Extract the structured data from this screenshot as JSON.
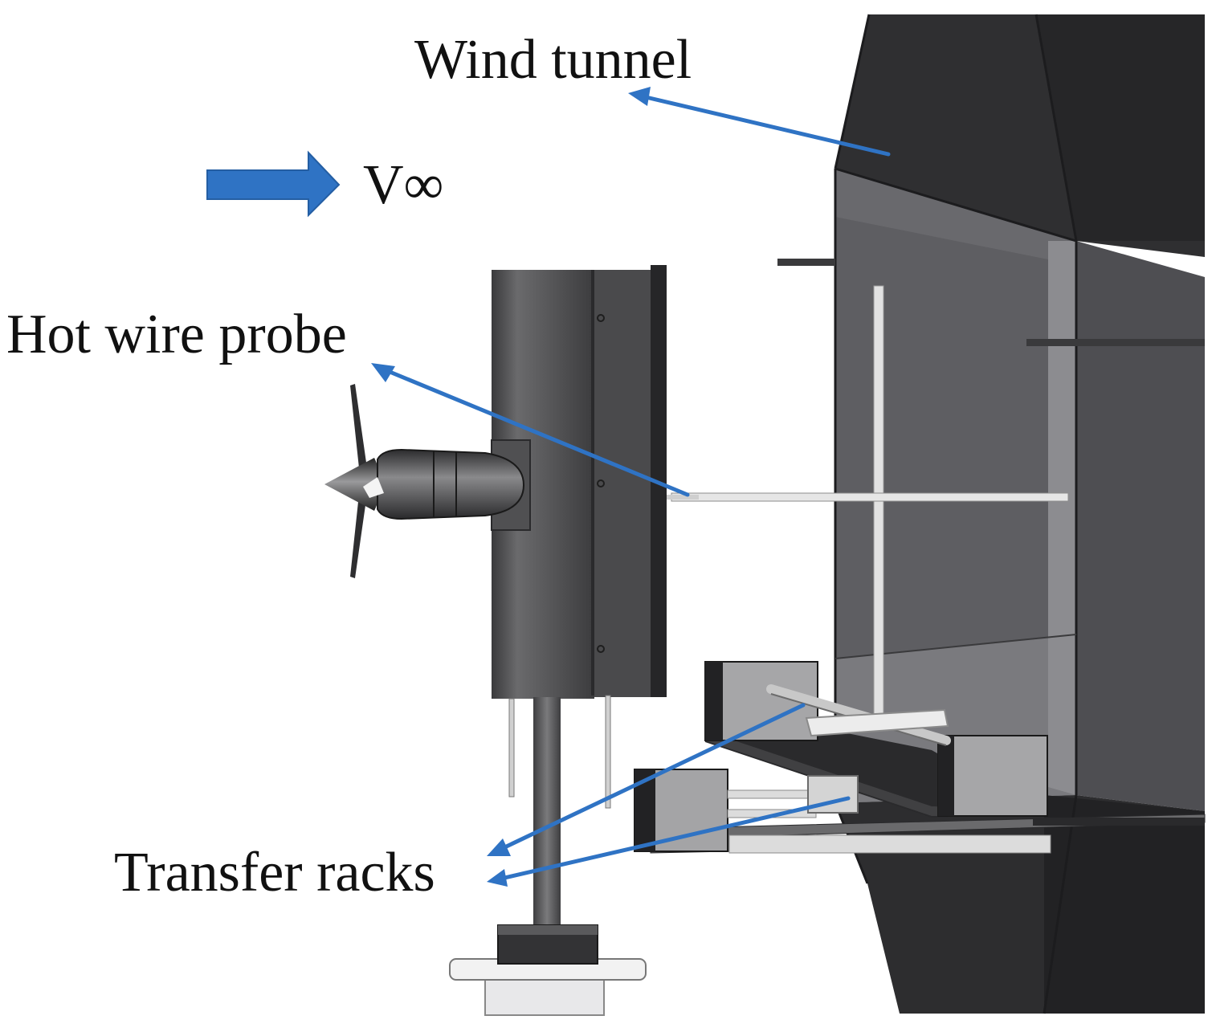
{
  "labels": {
    "wind_tunnel": "Wind tunnel",
    "free_stream": "V∞",
    "hot_wire_probe": "Hot wire probe",
    "transfer_racks": "Transfer racks"
  },
  "colors": {
    "arrow": "#2f73c4",
    "tunnel_dark": "#2e2e30",
    "tunnel_mid": "#4a4a4e",
    "tunnel_light": "#606064",
    "pylon": "#55575a",
    "rack": "#9a9a9c",
    "rod": "#e6e6e6"
  }
}
